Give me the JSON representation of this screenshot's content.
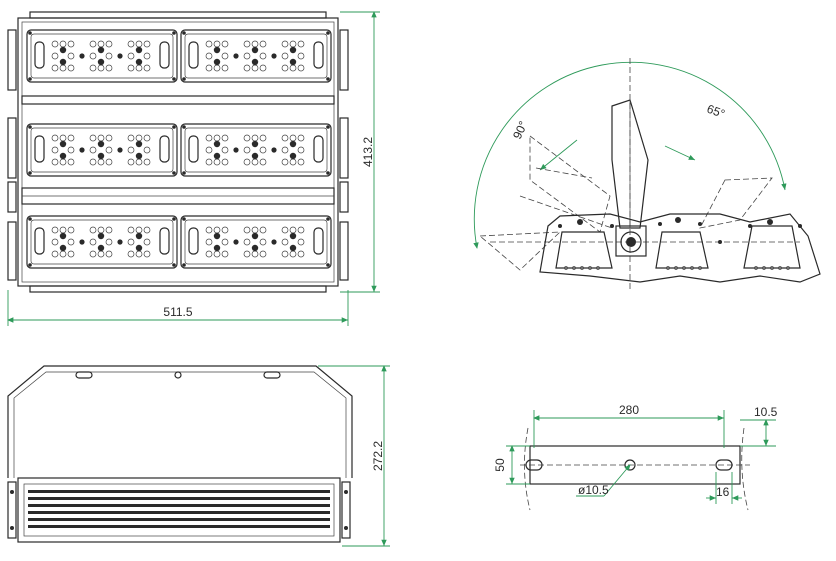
{
  "dimensions": {
    "front_height": "413.2",
    "front_width": "511.5",
    "angle_right": "65°",
    "angle_left": "90°",
    "side_height": "272.2",
    "bracket_spacing": "280",
    "bracket_edge": "10.5",
    "bracket_height": "50",
    "bracket_hole": "ø10.5",
    "bracket_slot": "16"
  },
  "colors": {
    "dimension_line": "#2e9a5a",
    "outline": "#2a2a2a"
  }
}
